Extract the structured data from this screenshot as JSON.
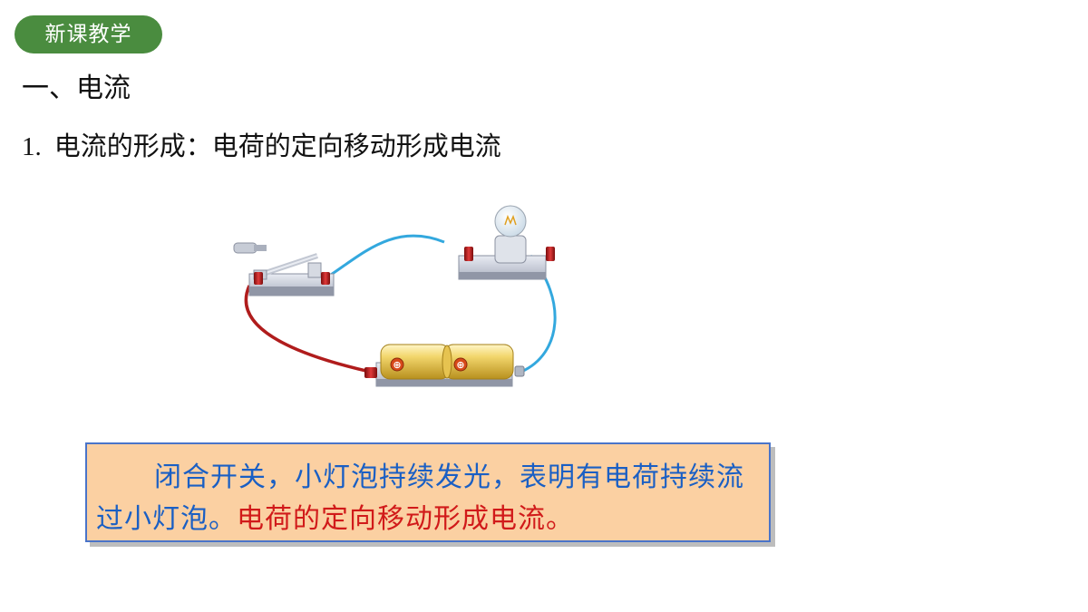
{
  "tag": "新课教学",
  "heading": "一、电流",
  "point": {
    "number": "1.",
    "text": "电流的形成：电荷的定向移动形成电流"
  },
  "diagram": {
    "components": [
      "switch",
      "bulb",
      "battery"
    ],
    "battery_symbols": [
      "⊕",
      "⊕"
    ]
  },
  "callout": {
    "part1": "闭合开关，小灯泡持续发光，表明有电荷持续流过小灯泡。",
    "part2": "电荷的定向移动形成电流。",
    "text_color": "#1a5fc4",
    "highlight_color": "#d11a1a",
    "background": "#fbd0a2"
  },
  "colors": {
    "tag_background": "#4a8c3f",
    "wire_blue": "#33a8de",
    "wire_red": "#b01c1c"
  }
}
